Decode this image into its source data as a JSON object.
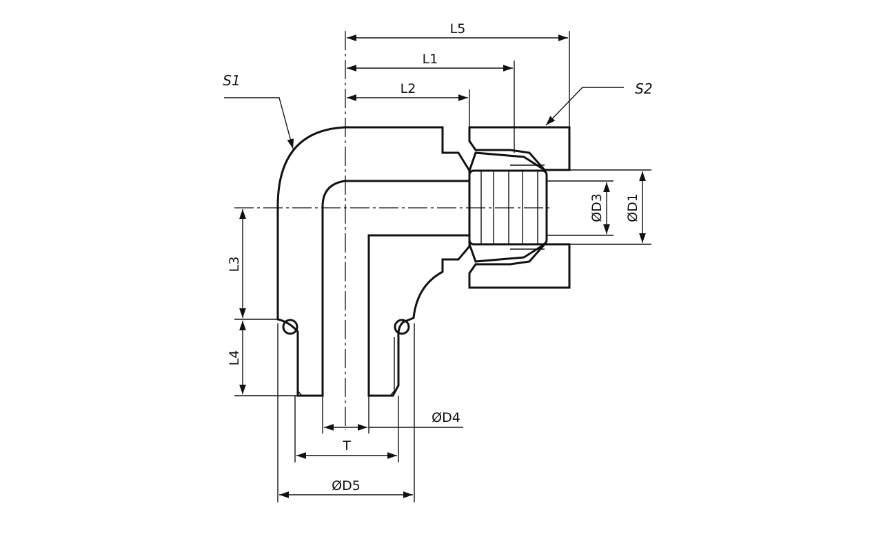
{
  "labels": {
    "L5": "L5",
    "L1": "L1",
    "L2": "L2",
    "L3": "L3",
    "L4": "L4",
    "S1": "S1",
    "S2": "S2",
    "D1": "ØD1",
    "D3": "ØD3",
    "D4": "ØD4",
    "D5": "ØD5",
    "T": "T"
  }
}
